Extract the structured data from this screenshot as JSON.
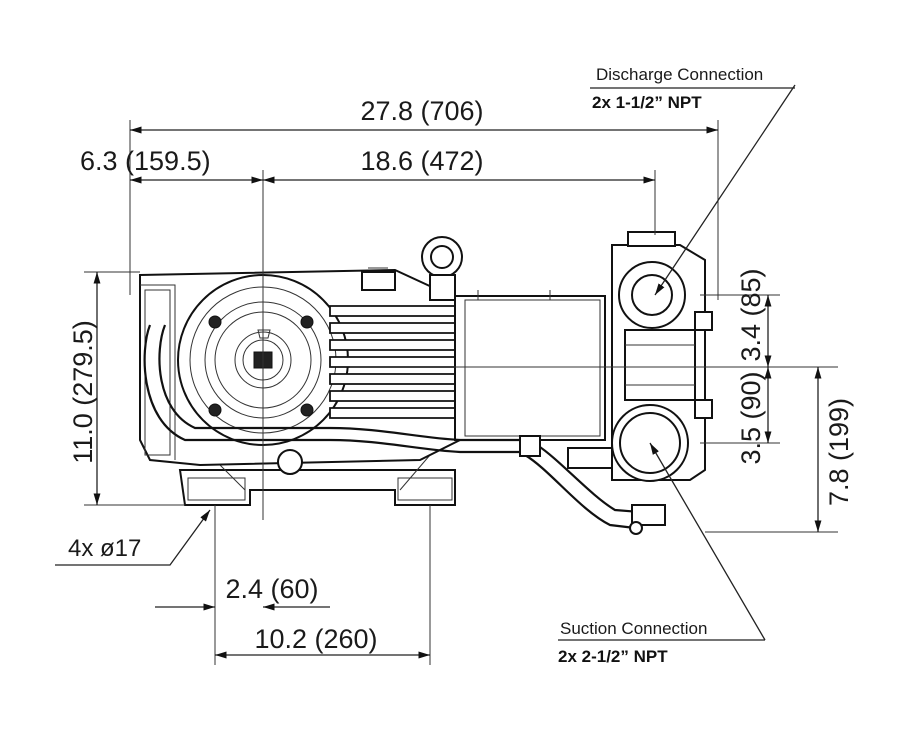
{
  "dimensions": {
    "overall_length": "27.8 (706)",
    "rear_offset": "6.3 (159.5)",
    "shaft_to_outlet": "18.6 (472)",
    "overall_height": "11.0 (279.5)",
    "discharge_offset": "3.4 (85)",
    "suction_offset": "3.5 (90)",
    "suction_height": "7.8 (199)",
    "foot_spacing_small": "2.4 (60)",
    "foot_spacing_large": "10.2 (260)",
    "mounting_holes": "4x ø17"
  },
  "callouts": {
    "discharge": {
      "title": "Discharge Connection",
      "spec": "2x 1-1/2” NPT"
    },
    "suction": {
      "title": "Suction Connection",
      "spec": "2x 2-1/2” NPT"
    }
  }
}
